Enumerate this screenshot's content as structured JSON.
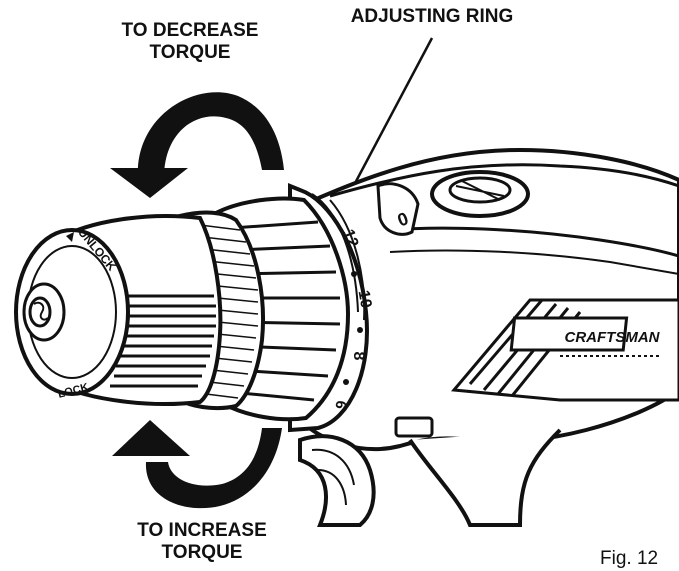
{
  "labels": {
    "decrease_line1": "TO DECREASE",
    "decrease_line2": "TORQUE",
    "adjusting_ring": "ADJUSTING RING",
    "increase_line1": "TO INCREASE",
    "increase_line2": "TORQUE",
    "figure": "Fig. 12"
  },
  "chuck_text": {
    "unlock": "UNLOCK",
    "lock": "LOCK"
  },
  "dial_numbers": [
    "12",
    "10",
    "8",
    "6"
  ],
  "brand": "CRAFTSMAN",
  "switch_glyph": "0"
}
